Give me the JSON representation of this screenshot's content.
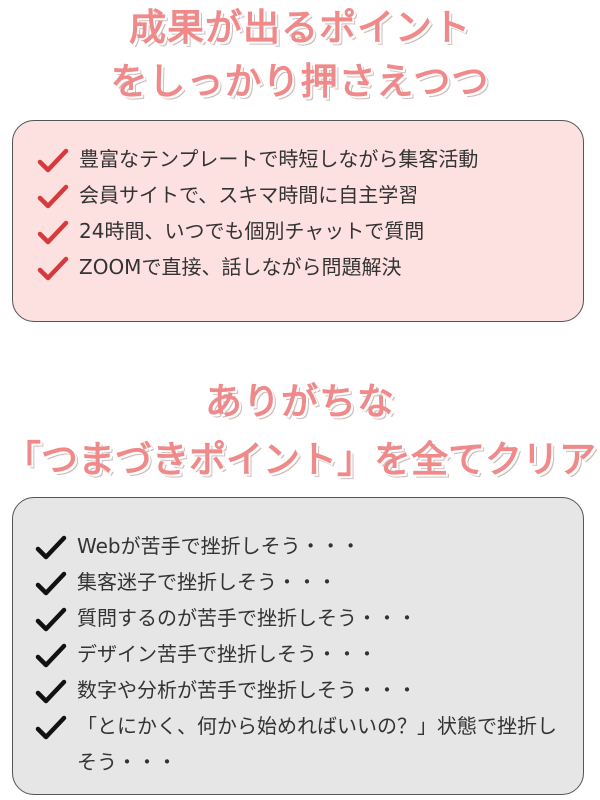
{
  "headline1": {
    "line1": "成果が出るポイント",
    "line2": "をしっかり押さえつつ"
  },
  "merits": {
    "check_icon": "check-icon",
    "check_color": "#d63a3a",
    "box_color": "#fde0e0",
    "items": [
      "豊富なテンプレートで時短しながら集客活動",
      "会員サイトで、スキマ時間に自主学習",
      "24時間、いつでも個別チャットで質問",
      "ZOOMで直接、話しながら問題解決"
    ]
  },
  "headline2": {
    "line1": "ありがちな",
    "line2": "「つまづきポイント」を全てクリア"
  },
  "pitfalls": {
    "check_icon": "check-icon",
    "check_color": "#111111",
    "box_color": "#e6e6e6",
    "items": [
      "Webが苦手で挫折しそう・・・",
      "集客迷子で挫折しそう・・・",
      "質問するのが苦手で挫折しそう・・・",
      "デザイン苦手で挫折しそう・・・",
      "数字や分析が苦手で挫折しそう・・・",
      "「とにかく、何から始めればいいの？」状態で挫折しそう・・・"
    ]
  },
  "heading_color": "#f08a8a"
}
